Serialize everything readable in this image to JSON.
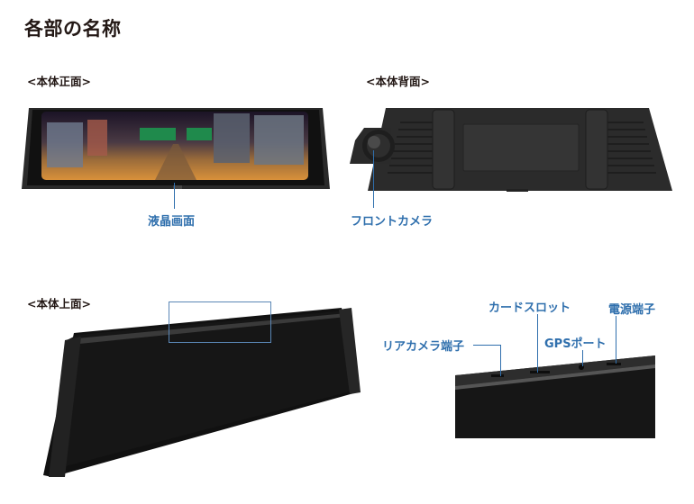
{
  "page": {
    "title": "各部の名称"
  },
  "sections": {
    "front": {
      "heading": "<本体正面>",
      "labels": {
        "lcd": "液晶画面"
      }
    },
    "back": {
      "heading": "<本体背面>",
      "labels": {
        "front_camera": "フロントカメラ"
      }
    },
    "top": {
      "heading": "<本体上面>",
      "labels": {
        "card_slot": "カードスロット",
        "power_terminal": "電源端子",
        "rear_camera_terminal": "リアカメラ端子",
        "gps_port": "GPSポート"
      }
    }
  },
  "colors": {
    "label_blue": "#2f6fad",
    "text_dark": "#231815",
    "device_black": "#1a1a1a"
  }
}
